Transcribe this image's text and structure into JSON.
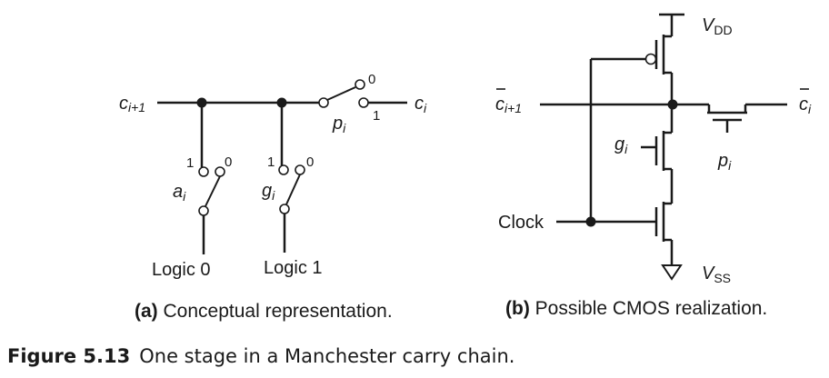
{
  "panel_a": {
    "node_left": "c",
    "node_left_sub": "i+1",
    "node_right": "c",
    "node_right_sub": "i",
    "switch_a": "a",
    "switch_a_sub": "i",
    "switch_g": "g",
    "switch_g_sub": "i",
    "switch_p": "p",
    "switch_p_sub": "i",
    "pos_1": "1",
    "pos_0": "0",
    "logic_0": "Logic 0",
    "logic_1": "Logic 1",
    "caption_bold": "(a)",
    "caption_text": " Conceptual representation."
  },
  "panel_b": {
    "node_left": "c",
    "node_left_sub": "i+1",
    "node_right": "c",
    "node_right_sub": "i",
    "vdd": "V",
    "vdd_sub": "DD",
    "vss": "V",
    "vss_sub": "SS",
    "gate_g": "g",
    "gate_g_sub": "i",
    "gate_p": "p",
    "gate_p_sub": "i",
    "clock": "Clock",
    "caption_bold": "(b)",
    "caption_text": " Possible CMOS realization."
  },
  "figure_caption": {
    "number": "Figure 5.13",
    "text": "One stage in a Manchester carry chain."
  }
}
